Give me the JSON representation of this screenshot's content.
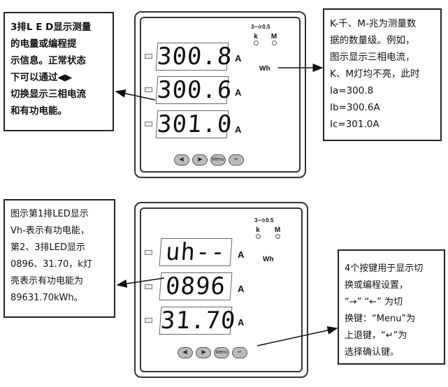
{
  "box_top_left": {
    "lines": [
      "3排L E D显示测量",
      "的电量或编程提",
      "示信息。正常状态",
      "下可以通过◀▶",
      "切换显示三相电流",
      "和有功电能。"
    ]
  },
  "box_top_right": {
    "lines": [
      "K-千、M-兆为测量数",
      "据的数量级。例如，",
      "图示显示三相电流，",
      "K、M灯均不亮，此时",
      "Ia=300.8",
      "Ib=300.6A",
      "Ic=301.0A"
    ]
  },
  "box_bottom_left": {
    "lines": [
      "图示第1排LED显示",
      "Vh-表示有功电能，",
      "第2、3排LED显示",
      "0896、31.70，k灯",
      "亮表示有功电能为",
      "89631.70kWh。"
    ]
  },
  "box_bottom_right": {
    "lines": [
      "4个按键用于显示切",
      "换或编程设置，",
      "“→” “←” 为切",
      "换键：“Menu”为",
      "上退键，“↵”为",
      "选择确认键。"
    ]
  },
  "panel_top": {
    "class_label": "3~☆0.5",
    "k": "k",
    "m": "M",
    "wh": "Wh",
    "rows": [
      "300.8",
      "300.6",
      "301.0"
    ],
    "unit": "A"
  },
  "panel_bottom": {
    "class_label": "3~☆0.5",
    "k": "k",
    "m": "M",
    "wh": "Wh",
    "rows": [
      "uh--",
      "0896",
      "31.70"
    ],
    "unit": "A"
  },
  "buttons": {
    "left": "◀|",
    "right": "|▶",
    "menu": "Menu",
    "enter": "↵"
  }
}
